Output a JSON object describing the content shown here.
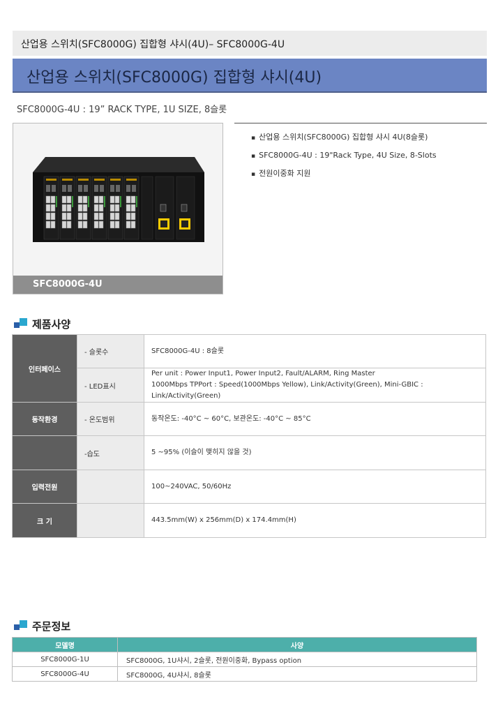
{
  "header": {
    "top_title": "산업용 스위치(SFC8000G) 집합형 샤시(4U)– SFC8000G-4U",
    "main_title": "산업용 스위치(SFC8000G) 집합형 샤시(4U)",
    "subtitle": "SFC8000G-4U : 19” RACK TYPE, 1U SIZE, 8슬롯"
  },
  "product": {
    "label": "SFC8000G-4U",
    "features": [
      "산업용 스위치(SFC8000G) 집합형 샤시 4U(8슬롯)",
      "SFC8000G-4U : 19\"Rack Type, 4U Size, 8-Slots",
      "전원이중화 지원"
    ]
  },
  "spec": {
    "heading": "제품사양",
    "rows": [
      {
        "category": "인터페이스",
        "sub": "- 슬롯수",
        "value": "SFC8000G-4U : 8슬롯"
      },
      {
        "category": "",
        "sub": "- LED표시",
        "value": "Per unit : Power Input1, Power Input2, Fault/ALARM, Ring Master",
        "value2": "1000Mbps TPPort : Speed(1000Mbps Yellow), Link/Activity(Green), Mini-GBIC : Link/Activity(Green)"
      },
      {
        "category": "동작환경",
        "sub": "- 온도범위",
        "value": "동작온도: -40°C ~ 60°C, 보관온도: -40°C ~ 85°C"
      },
      {
        "category": "",
        "sub": "-습도",
        "value": "5 ~95% (이슬이 맺히지 않을 것)"
      },
      {
        "category": "입력전원",
        "sub": "",
        "value": "100~240VAC, 50/60Hz"
      },
      {
        "category": "크 기",
        "sub": "",
        "value": "443.5mm(W) x 256mm(D) x 174.4mm(H)"
      }
    ]
  },
  "order": {
    "heading": "주문정보",
    "columns": [
      "모델명",
      "사양"
    ],
    "rows": [
      {
        "model": "SFC8000G-1U",
        "spec": "SFC8000G, 1U샤시, 2슬롯, 전원이중화, Bypass option"
      },
      {
        "model": "SFC8000G-4U",
        "spec": "SFC8000G, 4U샤시, 8슬롯"
      }
    ]
  },
  "colors": {
    "title_band": "#6b85c4",
    "category_cell": "#5e5e5e",
    "order_header": "#4dafaa",
    "accent_light": "#2aa7cf",
    "accent_dark": "#2a5fa8"
  }
}
